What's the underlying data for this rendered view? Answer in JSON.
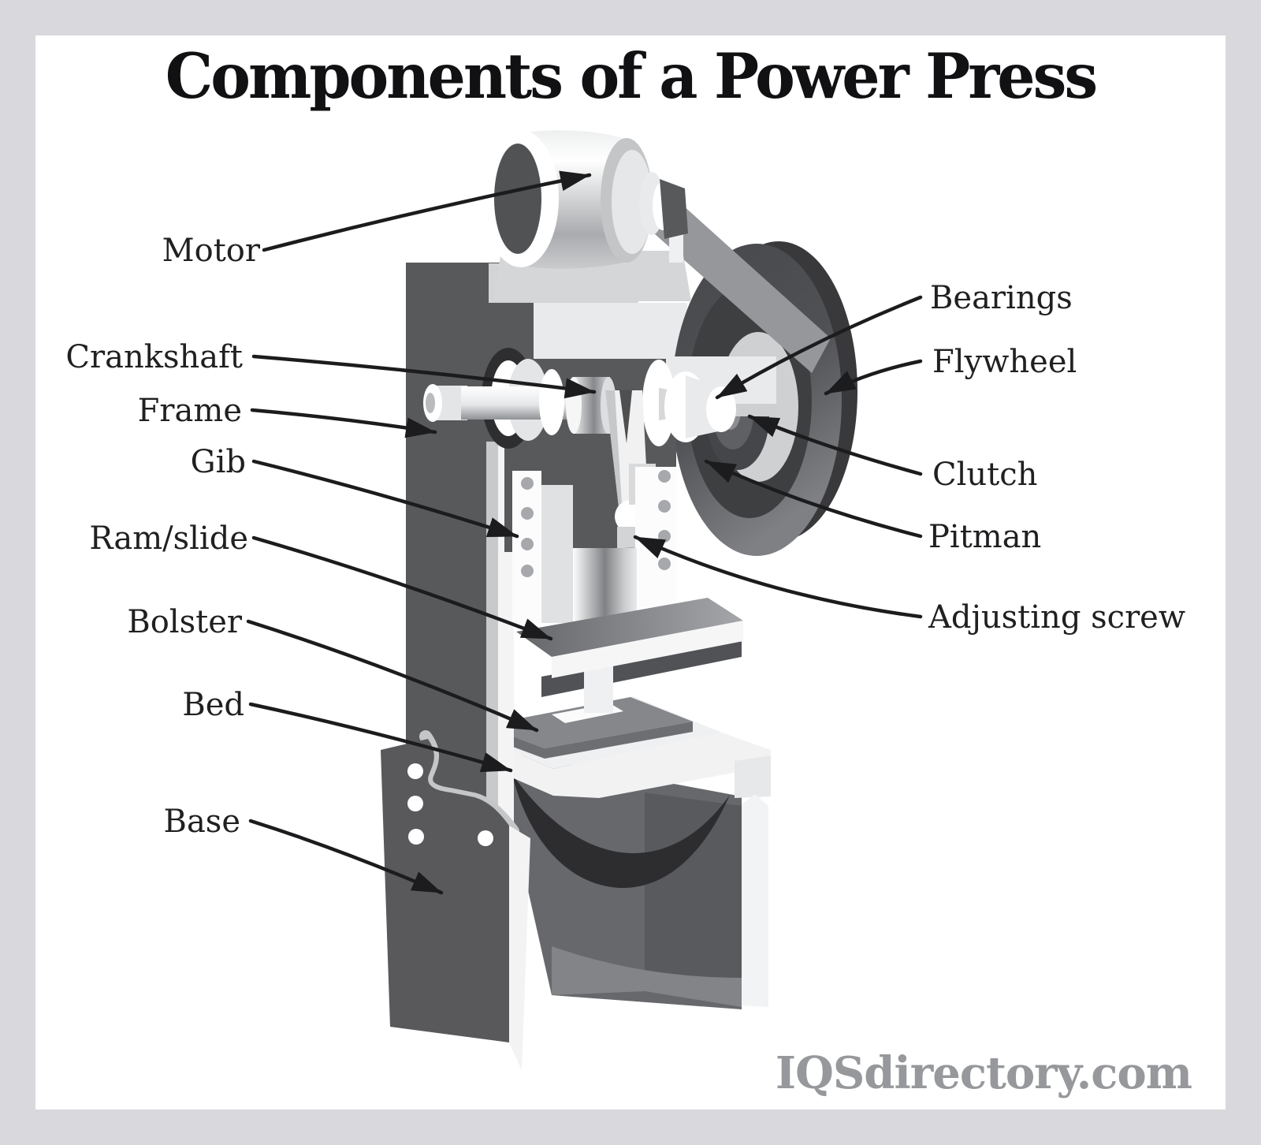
{
  "title": "Components of a Power Press",
  "watermark": "IQSdirectory.com",
  "labels": {
    "motor": "Motor",
    "crankshaft": "Crankshaft",
    "frame": "Frame",
    "gib": "Gib",
    "ram_slide": "Ram/slide",
    "bolster": "Bolster",
    "bed": "Bed",
    "base": "Base",
    "bearings": "Bearings",
    "flywheel": "Flywheel",
    "clutch": "Clutch",
    "pitman": "Pitman",
    "adjusting_screw": "Adjusting screw"
  },
  "colors": {
    "page_border": "#d9d9dd",
    "canvas": "#ffffff",
    "label_ink": "#202022",
    "leader_line": "#1c1c1e",
    "machine_dark": "#58595b",
    "machine_darker": "#2d2d2f",
    "machine_mid": "#808184",
    "machine_light": "#d1d3d4",
    "machine_white": "#f4f4f5",
    "watermark": "#96989b"
  }
}
